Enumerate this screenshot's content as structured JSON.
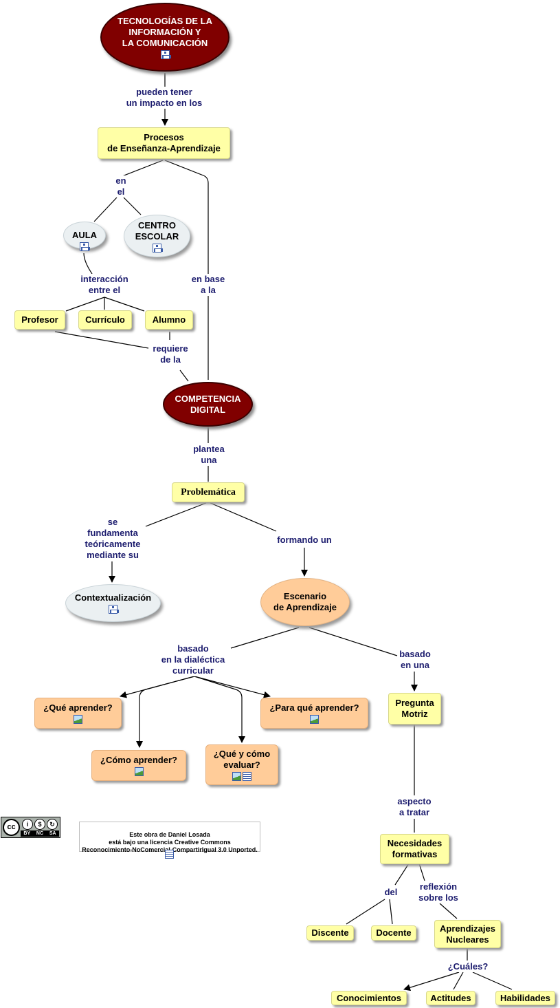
{
  "nodes": {
    "tic": "TECNOLOGÍAS DE LA\nINFORMACIÓN Y\nLA COMUNICACIÓN",
    "procesos": "Procesos\nde Enseñanza-Aprendizaje",
    "aula": "AULA",
    "centro": "CENTRO\nESCOLAR",
    "profesor": "Profesor",
    "curriculo": "Currículo",
    "alumno": "Alumno",
    "competencia": "COMPETENCIA\nDIGITAL",
    "problematica": "Problemática",
    "contextualizacion": "Contextualización",
    "escenario": "Escenario\nde Aprendizaje",
    "que_aprender": "¿Qué aprender?",
    "para_que": "¿Para qué aprender?",
    "como_aprender": "¿Cómo aprender?",
    "que_evaluar": "¿Qué y cómo\nevaluar?",
    "pregunta": "Pregunta\nMotriz",
    "necesidades": "Necesidades\nformativas",
    "discente": "Discente",
    "docente": "Docente",
    "aprendizajes": "Aprendizajes\nNucleares",
    "conocimientos": "Conocimientos",
    "actitudes": "Actitudes",
    "habilidades": "Habilidades"
  },
  "links": {
    "impacto": "pueden tener\nun impacto en los",
    "en_el": "en\nel",
    "en_base": "en base\na la",
    "interaccion": "interacción\nentre el",
    "requiere": "requiere\nde la",
    "plantea": "plantea\nuna",
    "fundamenta": "se\nfundamenta\nteóricamente\nmediante su",
    "formando": "formando un",
    "basado_dialectica": "basado\nen la dialéctica\ncurricular",
    "basado_una": "basado\nen una",
    "aspecto": "aspecto\na tratar",
    "del": "del",
    "reflexion": "reflexión\nsobre los",
    "cuales": "¿Cuáles?"
  },
  "license": {
    "text": "Este obra de Daniel Losada\nestá bajo una licencia Creative Commons\nReconocimiento-NoComercial-CompartirIgual 3.0 Unported.",
    "badge_cc": "cc",
    "badge_terms": [
      "BY",
      "NC",
      "SA"
    ]
  },
  "colors": {
    "red_node": "#800000",
    "yellow_node": "#ffffa6",
    "orange_node": "#ffcc99",
    "gray_node": "#ebf0f2",
    "link_text": "#1c1c6e"
  },
  "icons": {
    "concept_map": "concept-map-icon",
    "image": "image-icon",
    "document": "document-icon"
  }
}
